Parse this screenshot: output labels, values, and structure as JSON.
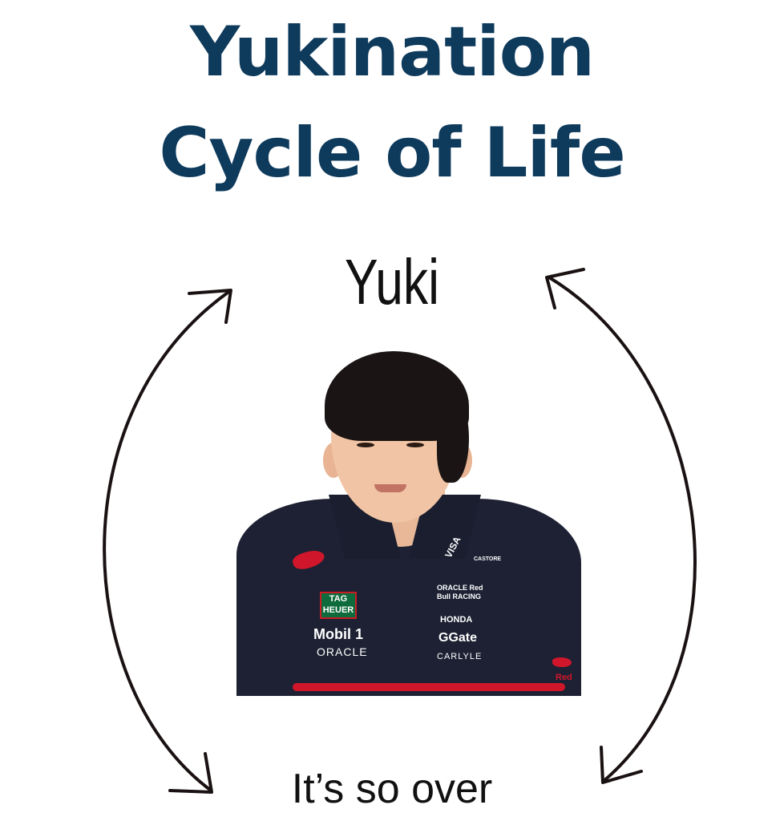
{
  "title": {
    "line1": "Yukination",
    "line2": "Cycle of Life",
    "color": "#0e3a5c"
  },
  "cycle": {
    "top_label": "Yuki",
    "bottom_label": "It’s so over",
    "arrow_color": "#1a1212",
    "text_color": "#111111"
  },
  "photo": {
    "subject_icon": "driver-photo-icon",
    "sponsors": {
      "tag": "TAG HEUER",
      "mobil": "Mobil 1",
      "oracle_left": "ORACLE",
      "honda": "HONDA",
      "gate": "Gate",
      "carlyle": "CARLYLE",
      "oracle_racing": "ORACLE Red Bull RACING",
      "visa": "VISA",
      "castore": "CASTORE",
      "red": "Red"
    }
  }
}
